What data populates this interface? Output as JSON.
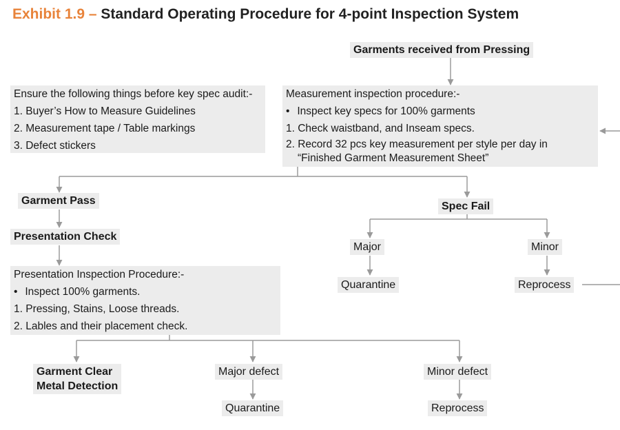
{
  "title": {
    "exhibit": "Exhibit 1.9 –",
    "text": "Standard Operating Procedure for 4-point Inspection System"
  },
  "nodes": {
    "received": "Garments received from Pressing",
    "prerequisites": {
      "heading": "Ensure the following things before key spec audit:-",
      "items": [
        "1. Buyer’s How to Measure Guidelines",
        "2. Measurement tape / Table markings",
        "3. Defect stickers"
      ]
    },
    "measurement": {
      "heading": "Measurement inspection procedure:-",
      "bullet": "Inspect key specs for 100% garments",
      "item1": "1. Check waistband, and Inseam specs.",
      "item2_line1": "2. Record 32 pcs key measurement per style per day in",
      "item2_line2": "“Finished Garment Measurement Sheet”"
    },
    "garment_pass": "Garment Pass",
    "spec_fail": "Spec Fail",
    "major": "Major",
    "minor": "Minor",
    "quarantine_spec": "Quarantine",
    "reprocess_spec": "Reprocess",
    "presentation_check": "Presentation Check",
    "presentation": {
      "heading": "Presentation Inspection Procedure:-",
      "bullet": "Inspect 100% garments.",
      "item1": "1. Pressing, Stains, Loose threads.",
      "item2": "2. Lables and their placement check."
    },
    "garment_clear_line1": "Garment Clear",
    "garment_clear_line2": "Metal Detection",
    "major_defect": "Major defect",
    "minor_defect": "Minor defect",
    "quarantine_defect": "Quarantine",
    "reprocess_defect": "Reprocess"
  },
  "colors": {
    "exhibit": "#e8833a",
    "box_fill": "#ececec",
    "connector": "#9a9a9a"
  }
}
